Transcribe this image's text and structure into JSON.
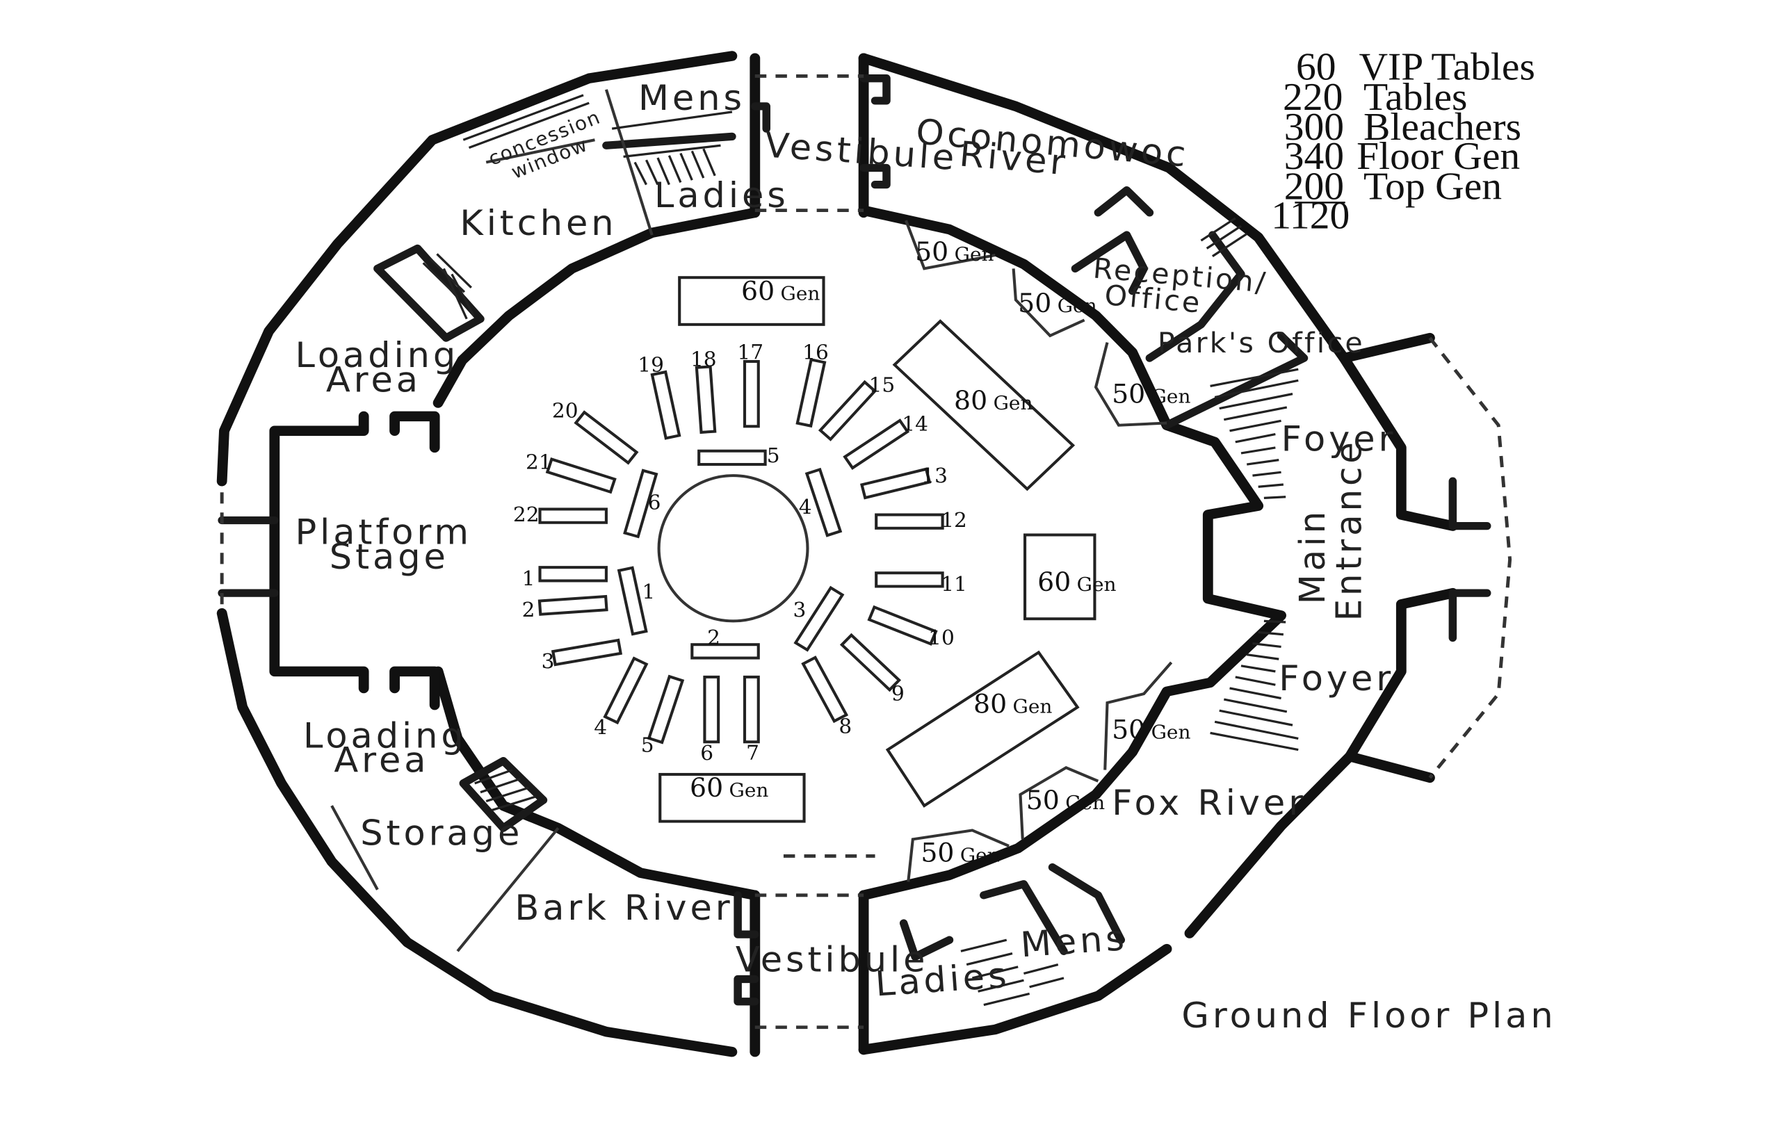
{
  "legend": {
    "rows": [
      {
        "count": "60",
        "label": "VIP Tables"
      },
      {
        "count": "220",
        "label": "Tables"
      },
      {
        "count": "300",
        "label": "Bleachers"
      },
      {
        "count": "340",
        "label": "Floor Gen"
      },
      {
        "count": "200",
        "label": "Top Gen"
      }
    ],
    "total": "1120"
  },
  "plan_title": "Ground Floor Plan",
  "rooms": {
    "mens_top": "Mens",
    "ladies_top": "Ladies",
    "vestibule_top": "Vestibule",
    "oconomowoc_line1": "Oconomowoc",
    "oconomowoc_line2": "River",
    "kitchen": "Kitchen",
    "concession_line1": "concession",
    "concession_line2": "window",
    "reception_line1": "Reception/",
    "reception_line2": "Office",
    "parks_office": "Park's Office",
    "loading_top_line1": "Loading",
    "loading_top_line2": "Area",
    "platform_line1": "Platform",
    "platform_line2": "Stage",
    "foyer_top": "Foyer",
    "main_entrance_line1": "Main",
    "main_entrance_line2": "Entrance",
    "foyer_bottom": "Foyer",
    "loading_bottom_line1": "Loading",
    "loading_bottom_line2": "Area",
    "storage": "Storage",
    "fox_river": "Fox River",
    "bark_river": "Bark River",
    "vestibule_bottom": "Vestibule",
    "ladies_bottom": "Ladies",
    "mens_bottom": "Mens"
  },
  "zones": [
    {
      "id": "gen-top-60",
      "number": "60",
      "unit": "Gen"
    },
    {
      "id": "gen-80-upper",
      "number": "80",
      "unit": "Gen"
    },
    {
      "id": "gen-60-right",
      "number": "60",
      "unit": "Gen"
    },
    {
      "id": "gen-80-lower",
      "number": "80",
      "unit": "Gen"
    },
    {
      "id": "gen-bottom-60",
      "number": "60",
      "unit": "Gen"
    },
    {
      "id": "gen-50-a",
      "number": "50",
      "unit": "Gen"
    },
    {
      "id": "gen-50-b",
      "number": "50",
      "unit": "Gen"
    },
    {
      "id": "gen-50-c",
      "number": "50",
      "unit": "Gen"
    },
    {
      "id": "gen-50-d",
      "number": "50",
      "unit": "Gen"
    },
    {
      "id": "gen-50-e",
      "number": "50",
      "unit": "Gen"
    },
    {
      "id": "gen-50-f",
      "number": "50",
      "unit": "Gen"
    }
  ],
  "outer_tables": [
    "1",
    "2",
    "3",
    "4",
    "5",
    "6",
    "7",
    "8",
    "9",
    "10",
    "11",
    "12",
    "13",
    "14",
    "15",
    "16",
    "17",
    "18",
    "19",
    "20",
    "21",
    "22"
  ],
  "inner_tables": [
    "1",
    "2",
    "3",
    "4",
    "5",
    "6"
  ]
}
